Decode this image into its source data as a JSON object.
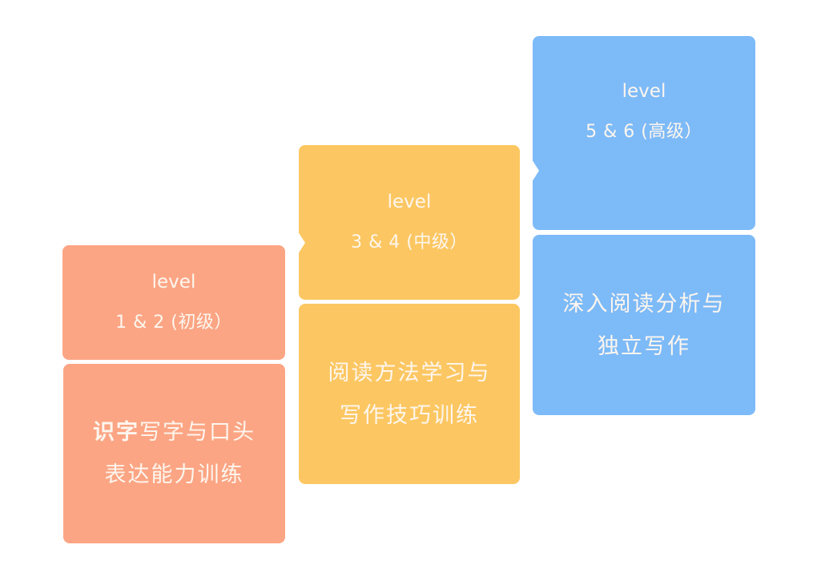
{
  "colors": {
    "level1": "#fca584",
    "level2": "#fcc762",
    "level3": "#7dbaf8",
    "text": "#fdf6ee",
    "background": "#ffffff"
  },
  "levels": [
    {
      "label": "level",
      "range": "1 & 2 (初级）",
      "description_line1_bold": "识字",
      "description_line1_rest": "写字与口头",
      "description_line2": "表达能力训练"
    },
    {
      "label": "level",
      "range": "3 & 4 (中级）",
      "description_line1": "阅读方法学习与",
      "description_line2": "写作技巧训练"
    },
    {
      "label": "level",
      "range": "5 & 6 (高级）",
      "description_line1": "深入阅读分析与",
      "description_line2": "独立写作"
    }
  ]
}
